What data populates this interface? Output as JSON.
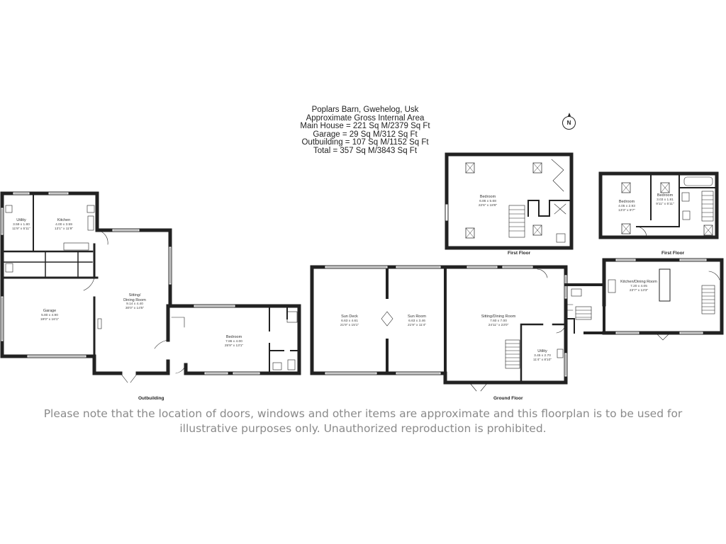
{
  "header": {
    "property": "Poplars Barn, Gwehelog, Usk",
    "area_title": "Approximate Gross Internal Area",
    "main_house": "Main House = 221 Sq M/2379 Sq Ft",
    "garage": "Garage = 29 Sq M/312 Sq Ft",
    "outbuilding": "Outbuilding = 107 Sq M/1152 Sq Ft",
    "total": "Total = 357 Sq M/3843 Sq Ft"
  },
  "compass": {
    "label": "N"
  },
  "floor_labels": {
    "outbuilding": "Outbuilding",
    "ground_floor": "Ground Floor",
    "first_floor_left": "First Floor",
    "first_floor_right": "First Floor"
  },
  "rooms": {
    "utility_out": {
      "name": "Utility",
      "dims": "3.59 x 1.80",
      "imperial": "11'9\" x 5'11\""
    },
    "kitchen_out": {
      "name": "Kitchen",
      "dims": "4.00 x 3.59",
      "imperial": "13'1\" x 11'9\""
    },
    "garage": {
      "name": "Garage",
      "dims": "5.80 x 4.90",
      "imperial": "19'0\" x 16'1\""
    },
    "sitting_dining_out": {
      "name": "Sitting/",
      "name2": "Dining Room",
      "dims": "9.14 x 4.40",
      "imperial": "30'0\" x 14'5\""
    },
    "bedroom_out": {
      "name": "Bedroom",
      "dims": "7.86 x 4.00",
      "imperial": "25'9\" x 13'1\""
    },
    "sun_deck": {
      "name": "Sun Deck",
      "dims": "6.63 x 4.61",
      "imperial": "21'9\" x 15'1\""
    },
    "sun_room": {
      "name": "Sun Room",
      "dims": "6.63 x 3.46",
      "imperial": "21'9\" x 11'4\""
    },
    "sitting_dining_ground": {
      "name": "Sitting/Dining Room",
      "dims": "7.60 x 7.00",
      "imperial": "24'11\" x 23'0\""
    },
    "utility_ground": {
      "name": "Utility",
      "dims": "3.45 x 2.70",
      "imperial": "11'4\" x 8'10\""
    },
    "kitchen_dining": {
      "name": "Kitchen/Dining Room",
      "dims": "7.20 x 4.05",
      "imperial": "23'7\" x 13'3\""
    },
    "bedroom_first_main": {
      "name": "Bedroom",
      "dims": "6.86 x 5.68",
      "imperial": "22'6\" x 18'8\""
    },
    "bedroom_first_a": {
      "name": "Bedroom",
      "dims": "4.05 x 2.93",
      "imperial": "13'3\" x 9'7\""
    },
    "bedroom_first_b": {
      "name": "Bedroom",
      "dims": "3.03 x 1.81",
      "imperial": "9'11\" x 5'11\""
    }
  },
  "disclaimer": "Please note that the location of doors, windows and other items are approximate and this floorplan is to be used for illustrative purposes only. Unauthorized reproduction is prohibited."
}
